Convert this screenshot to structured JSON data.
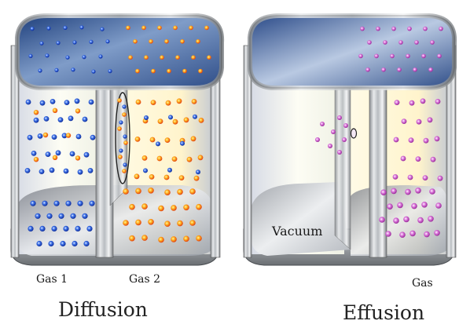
{
  "diffusion": {
    "caption": "Diffusion",
    "gas1_label": "Gas 1",
    "gas2_label": "Gas 2",
    "gas1_color": "#1f4fd8",
    "gas2_color": "#f07818"
  },
  "effusion": {
    "caption": "Effusion",
    "vacuum_label": "Vacuum",
    "gas_label": "Gas",
    "gas_color": "#c050c0"
  }
}
